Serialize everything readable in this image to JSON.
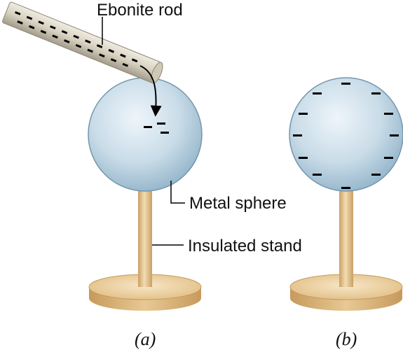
{
  "labels": {
    "rod": "Ebonite rod",
    "sphere": "Metal sphere",
    "stand": "Insulated stand"
  },
  "panels": {
    "a": "(a)",
    "b": "(b)"
  },
  "colors": {
    "sphere_light": "#e8f1f7",
    "sphere_dark": "#8fb1c7",
    "sphere_edge": "#6f93ab",
    "stand": "#e6c48f",
    "stand_dark": "#c9a064",
    "rod": "#d8d2c2",
    "rod_dark": "#8e8777"
  },
  "charges": {
    "sign": "−"
  }
}
